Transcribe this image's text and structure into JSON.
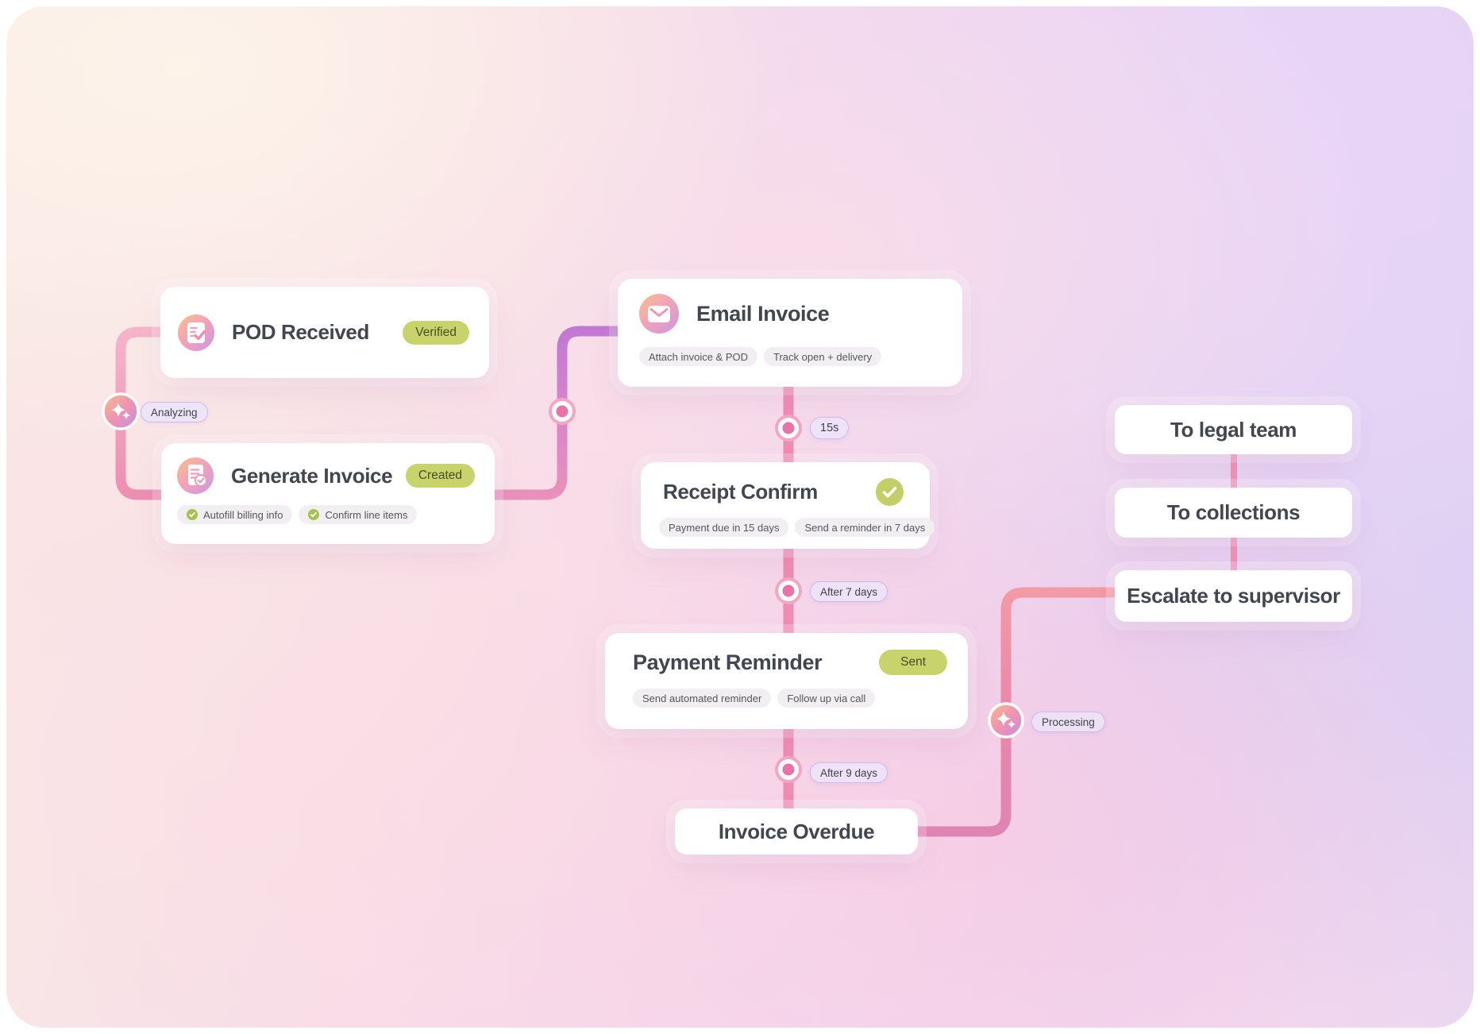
{
  "cards": {
    "pod": {
      "title": "POD Received",
      "badge": "Verified"
    },
    "generate": {
      "title": "Generate Invoice",
      "badge": "Created",
      "chips": [
        {
          "label": "Autofill billing info"
        },
        {
          "label": "Confirm line items"
        }
      ]
    },
    "email": {
      "title": "Email Invoice",
      "chips": [
        {
          "label": "Attach invoice & POD"
        },
        {
          "label": "Track open + delivery"
        }
      ]
    },
    "receipt": {
      "title": "Receipt Confirm",
      "chips": [
        {
          "label": "Payment due in 15 days"
        },
        {
          "label": "Send a reminder in 7 days"
        }
      ]
    },
    "payment": {
      "title": "Payment Reminder",
      "badge": "Sent",
      "chips": [
        {
          "label": "Send automated reminder"
        },
        {
          "label": "Follow up via call"
        }
      ]
    },
    "overdue": {
      "title": "Invoice Overdue"
    },
    "legal": {
      "title": "To legal team"
    },
    "collections": {
      "title": "To collections"
    },
    "escalate": {
      "title": "Escalate to supervisor"
    }
  },
  "connector_labels": {
    "analyzing": "Analyzing",
    "email_delay": "15s",
    "reminder_delay": "After 7 days",
    "overdue_delay": "After 9 days",
    "processing": "Processing"
  },
  "colors": {
    "badge_bg": "#c8d36b",
    "badge_text": "#4a4e22",
    "chip_bg": "#f2eff2",
    "chip_text": "#54575d",
    "pill_bg": "#ece4fa",
    "pill_border": "#cdbbee",
    "line_pink": "#ef8cb3",
    "line_purple": "#c078d4",
    "title_text": "#42464e",
    "status_green": "#c3cf66",
    "chip_check_green": "#a4c24d"
  }
}
